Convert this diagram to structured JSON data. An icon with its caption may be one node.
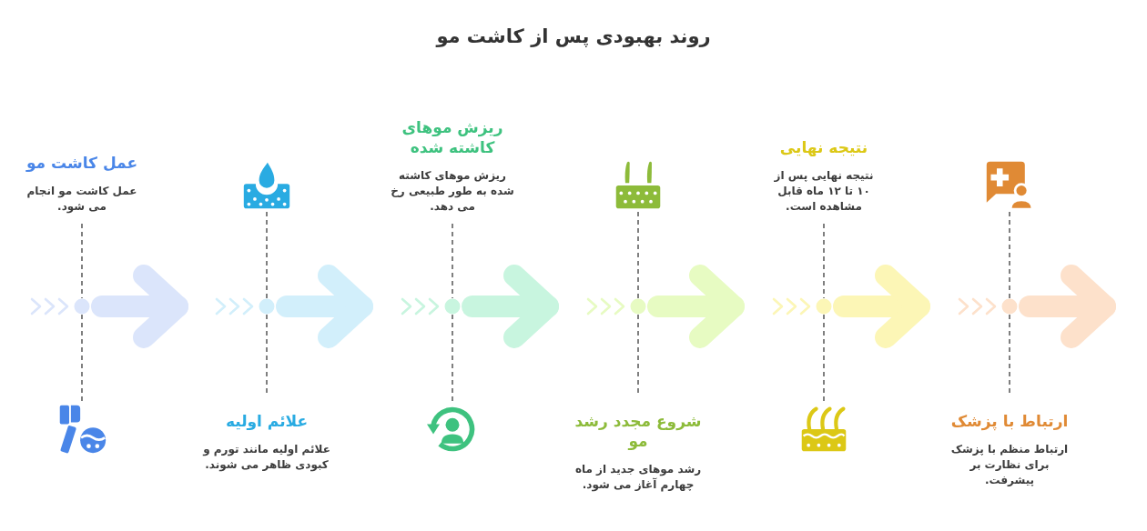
{
  "diagram": {
    "title": "روند بهبودی پس از کاشت مو",
    "nodes": [
      {
        "text": [
          "عمل کاشت مو",
          "عمل کاشت مو انجام می شود."
        ]
      },
      {
        "text": [
          "علائم اولیه",
          "علائم اولیه مانند تورم و کبودی ظاهر می شوند."
        ]
      },
      {
        "text": [
          "ریزش موهای کاشته شده",
          "ریزش موهای کاشته شده به طور طبیعی رخ می دهد."
        ]
      },
      {
        "text": [
          "شروع مجدد رشد مو",
          "رشد موهای جدید از ماه چهارم آغاز می شود."
        ]
      },
      {
        "text": [
          "نتیجه نهایی",
          "نتیجه نهایی پس از ۱۰ تا ۱۲ ماه قابل مشاهده است."
        ]
      },
      {
        "text": [
          "ارتباط با پزشک",
          "ارتباط منظم با پزشک برای نظارت بر پیشرفت."
        ]
      },
      {
        "text": [],
        "shape": "picture"
      },
      {
        "text": [],
        "shape": "picture"
      },
      {
        "text": [],
        "shape": "picture"
      },
      {
        "text": [],
        "shape": "picture"
      },
      {
        "text": [],
        "shape": "picture"
      },
      {
        "text": [],
        "shape": "picture"
      },
      {
        "text": [],
        "shape": "circle"
      },
      {
        "text": [],
        "shape": "circle"
      },
      {
        "text": [],
        "shape": "circle"
      },
      {
        "text": [],
        "shape": "circle"
      },
      {
        "text": [],
        "shape": "circle"
      },
      {
        "text": [],
        "shape": "circle"
      }
    ],
    "edges": [
      {
        "from": 12,
        "to": null,
        "arrow": "to",
        "style": "thick",
        "color": "#dbe5fb"
      },
      {
        "from": 13,
        "to": null,
        "arrow": "to",
        "style": "thick",
        "color": "#d2effb"
      },
      {
        "from": 14,
        "to": null,
        "arrow": "to",
        "style": "thick",
        "color": "#c8f5df"
      },
      {
        "from": 15,
        "to": null,
        "arrow": "to",
        "style": "thick",
        "color": "#e7fbc2"
      },
      {
        "from": 16,
        "to": null,
        "arrow": "to",
        "style": "thick",
        "color": "#fcf6b6"
      },
      {
        "from": 17,
        "to": null,
        "arrow": "to",
        "style": "thick",
        "color": "#fde1cb"
      },
      {
        "from": 0,
        "to": 12,
        "arrow": "none",
        "style": "dashed"
      },
      {
        "from": 12,
        "to": 6,
        "arrow": "none",
        "style": "dashed"
      },
      {
        "from": 1,
        "to": 13,
        "arrow": "none",
        "style": "dashed"
      },
      {
        "from": 13,
        "to": 7,
        "arrow": "none",
        "style": "dashed"
      },
      {
        "from": 2,
        "to": 14,
        "arrow": "none",
        "style": "dashed"
      },
      {
        "from": 14,
        "to": 8,
        "arrow": "none",
        "style": "dashed"
      },
      {
        "from": 3,
        "to": 15,
        "arrow": "none",
        "style": "dashed"
      },
      {
        "from": 15,
        "to": 9,
        "arrow": "none",
        "style": "dashed"
      },
      {
        "from": 4,
        "to": 16,
        "arrow": "none",
        "style": "dashed"
      },
      {
        "from": 16,
        "to": 10,
        "arrow": "none",
        "style": "dashed"
      },
      {
        "from": 5,
        "to": 17,
        "arrow": "none",
        "style": "dashed"
      },
      {
        "from": 17,
        "to": 11,
        "arrow": "none",
        "style": "dashed"
      }
    ]
  }
}
